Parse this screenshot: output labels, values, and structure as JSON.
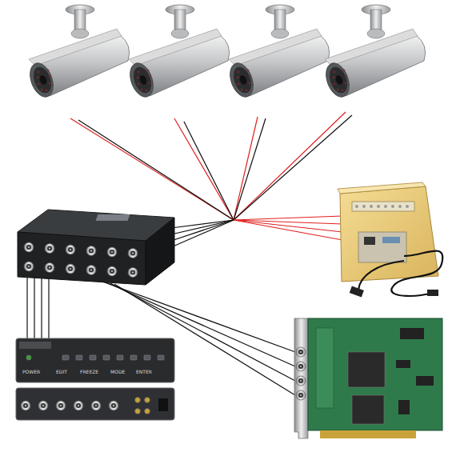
{
  "diagram": {
    "labels": [
      "POWER",
      "EDIT",
      "FREEZE",
      "MODE",
      "ENTER"
    ]
  }
}
